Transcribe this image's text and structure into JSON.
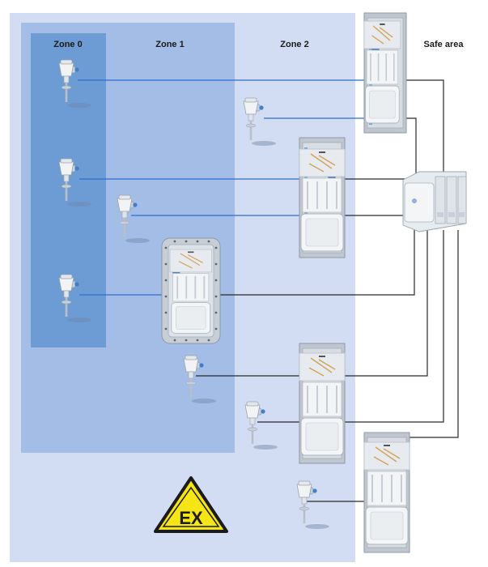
{
  "zones": {
    "zone0": {
      "label": "Zone 0",
      "color": "#6d9bd3"
    },
    "zone1": {
      "label": "Zone 1",
      "color": "#a4bde7"
    },
    "zone2": {
      "label": "Zone 2",
      "color": "#d2dcf3"
    },
    "safe": {
      "label": "Safe area",
      "color": "#ffffff"
    }
  },
  "ex_symbol": {
    "text": "EX",
    "fill": "#f5e515",
    "stroke": "#1b1b1b"
  },
  "colors": {
    "intrinsic_line": "#2c6fcf",
    "standard_line": "#2a2a2a",
    "cabinet": "#d8dde4",
    "device": "#e9ecef"
  },
  "icons": [
    "temperature-transmitter-icon",
    "explosion-proof-enclosure-icon",
    "io-module-icon",
    "ex-warning-sign-icon"
  ]
}
